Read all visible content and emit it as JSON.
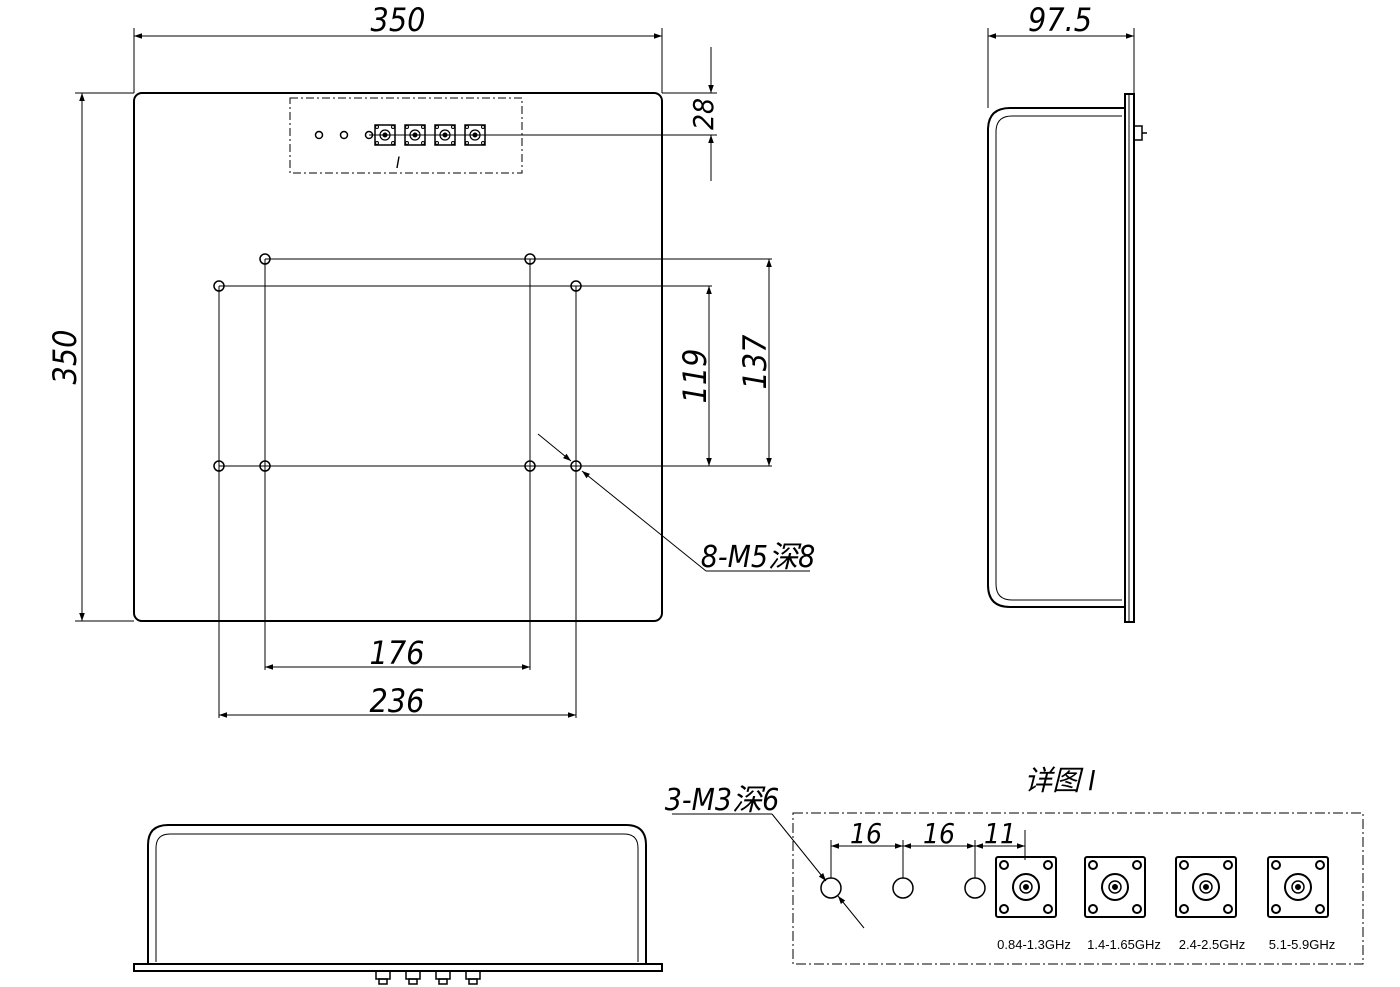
{
  "front_view": {
    "width_label": "350",
    "height_label": "350",
    "connector_offset_label": "28",
    "detail_marker": "I",
    "hole_spacing_inner_x": "176",
    "hole_spacing_outer_x": "236",
    "hole_spacing_inner_y": "119",
    "hole_spacing_outer_y": "137",
    "hole_callout": "8-M5深8"
  },
  "side_view": {
    "depth_label": "97.5"
  },
  "detail_view": {
    "title": "详图 I",
    "hole_callout": "3-M3深6",
    "spacing_1": "16",
    "spacing_2": "16",
    "spacing_3": "11",
    "bands": [
      "0.84-1.3GHz",
      "1.4-1.65GHz",
      "2.4-2.5GHz",
      "5.1-5.9GHz"
    ]
  }
}
